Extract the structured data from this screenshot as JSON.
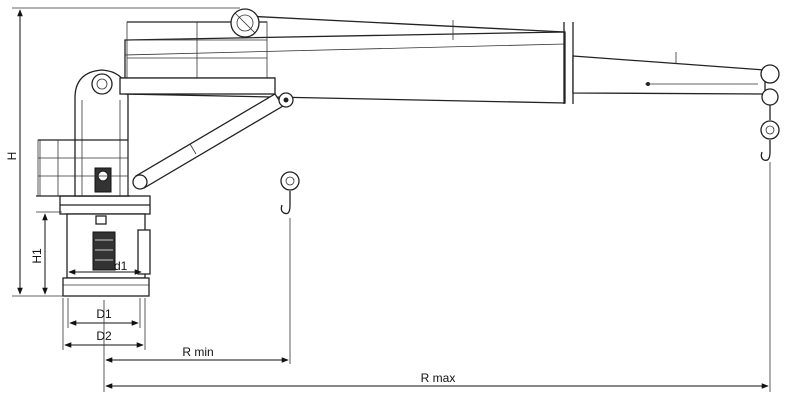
{
  "diagram": {
    "labels": {
      "H": "H",
      "H1": "H1",
      "d1": "d1",
      "D1": "D1",
      "D2": "D2",
      "R_min": "R min",
      "R_max": "R max"
    }
  }
}
